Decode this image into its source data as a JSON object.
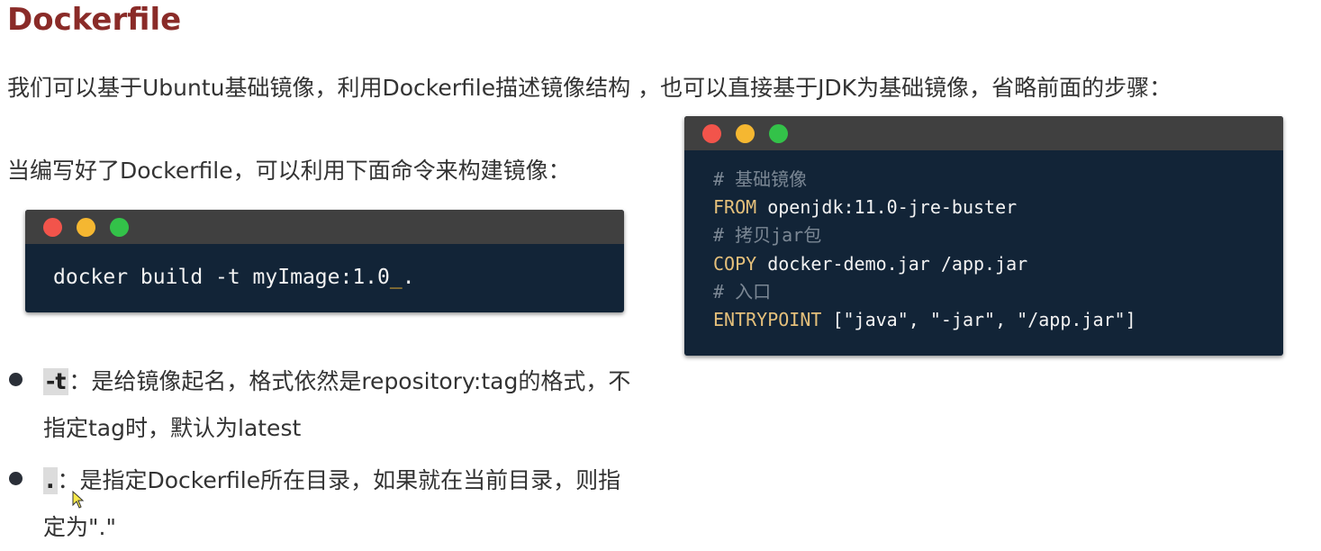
{
  "title": "Dockerfile",
  "intro_text": "我们可以基于Ubuntu基础镜像，利用Dockerfile描述镜像结构 ，也可以直接基于JDK为基础镜像，省略前面的步骤：",
  "build_intro_text": "当编写好了Dockerfile，可以利用下面命令来构建镜像：",
  "build_command": {
    "main": "docker build -t myImage:1.0",
    "cursor": "_",
    "tail": ". "
  },
  "dockerfile_code": {
    "comment_base": "# 基础镜像",
    "from_kw": "FROM",
    "from_val": " openjdk:11.0-jre-buster",
    "comment_copy": "# 拷贝jar包",
    "copy_kw": "COPY",
    "copy_val": " docker-demo.jar /app.jar",
    "comment_entry": "# 入口",
    "entry_kw": "ENTRYPOINT",
    "entry_val": " [\"java\", \"-jar\", \"/app.jar\"]"
  },
  "bullets": [
    {
      "code": "-t",
      "text": "：是给镜像起名，格式依然是repository:tag的格式，不指定tag时，默认为latest"
    },
    {
      "code": ".",
      "text": "：是指定Dockerfile所在目录，如果就在当前目录，则指定为\".\""
    }
  ],
  "colors": {
    "title": "#8a2b28",
    "terminal_bg": "#122437",
    "terminal_bar": "#404040",
    "dot_red": "#f2544b",
    "dot_yellow": "#f5b731",
    "dot_green": "#33c249",
    "keyword": "#e5c07b",
    "comment": "#7b8794"
  }
}
